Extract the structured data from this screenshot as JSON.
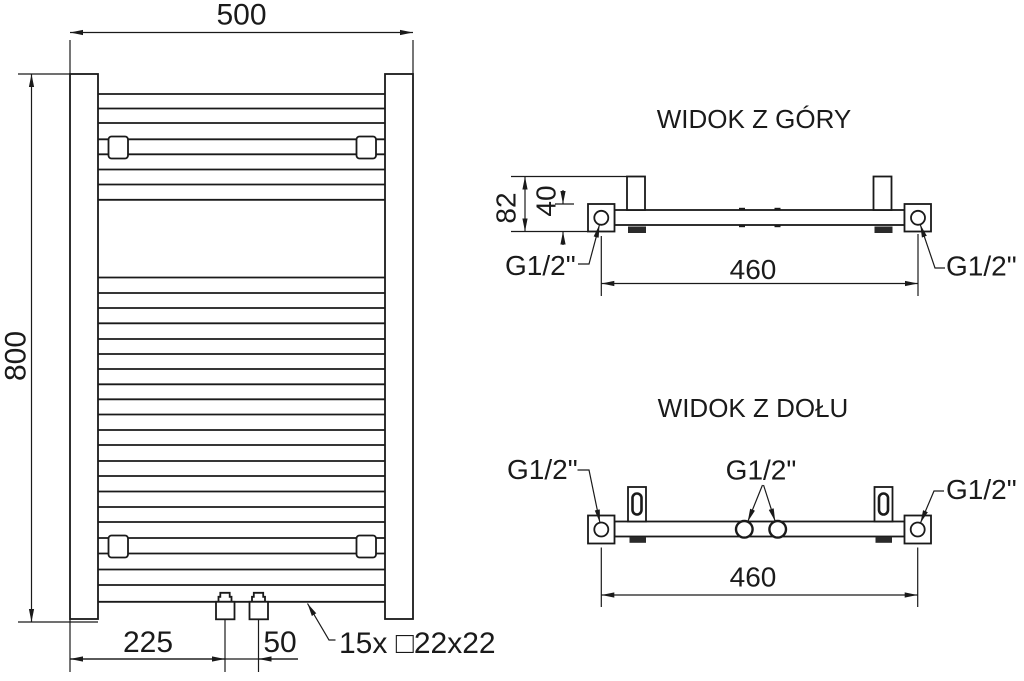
{
  "front_view": {
    "width_dim": "500",
    "height_dim": "800",
    "valve_offset_dim": "225",
    "valve_spacing_dim": "50",
    "tubes_label": "15x □22x22"
  },
  "top_view": {
    "title": "WIDOK Z GÓRY",
    "total_depth_dim": "82",
    "collector_depth_dim": "40",
    "connection_spacing_dim": "460",
    "left_thread_label": "G1/2\"",
    "right_thread_label": "G1/2\""
  },
  "bottom_view": {
    "title": "WIDOK Z DOŁU",
    "connection_spacing_dim": "460",
    "left_thread_label": "G1/2\"",
    "center_thread_label": "G1/2\"",
    "right_thread_label": "G1/2\""
  }
}
